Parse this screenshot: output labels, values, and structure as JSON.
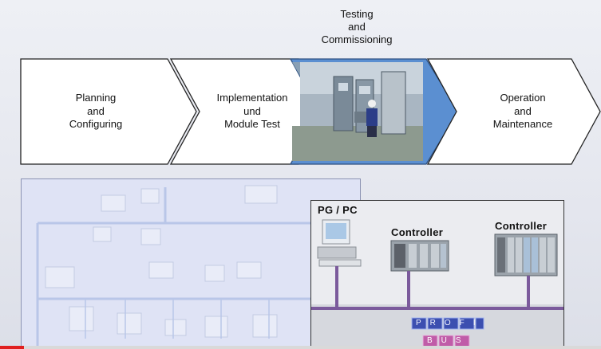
{
  "header": {
    "active_phase_title": "Testing\nand\nCommissioning"
  },
  "phases": [
    {
      "label": "Planning\nand\nConfiguring"
    },
    {
      "label": "Implementation\nund\nModule Test"
    },
    {
      "label": ""
    },
    {
      "label": "Operation\nand\nMaintenance"
    }
  ],
  "network_diagram": {
    "pg_label": "PG / PC",
    "controller_1_label": "Controller",
    "controller_2_label": "Controller",
    "bus_logo_text_top": "PROFI",
    "bus_logo_text_bottom": "BUS"
  },
  "colors": {
    "active_phase": "#5b8fd1",
    "bus_line": "#7b5a9c"
  }
}
